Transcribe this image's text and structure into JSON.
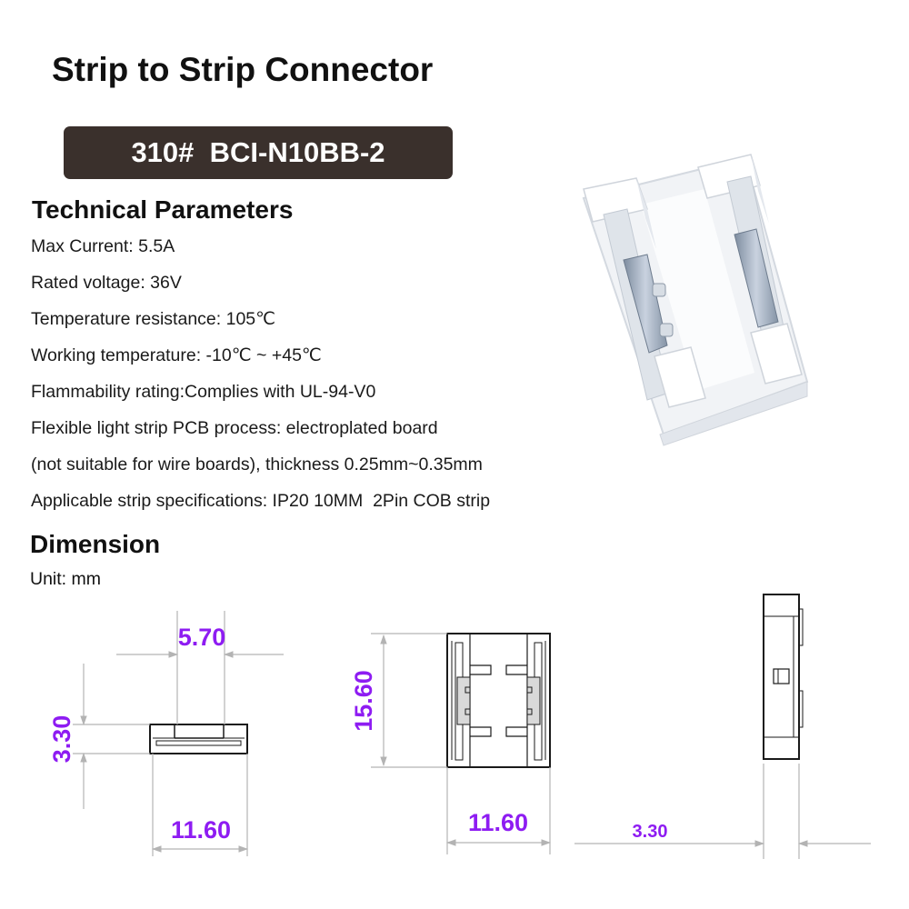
{
  "title": "Strip to Strip Connector",
  "model_badge": "310#  BCI-N10BB-2",
  "technical": {
    "heading": "Technical Parameters",
    "params": [
      "Max Current: 5.5A",
      "Rated voltage: 36V",
      "Temperature resistance: 105℃",
      "Working temperature: -10℃ ~ +45℃",
      "Flammability rating:Complies with UL-94-V0",
      "Flexible light strip PCB process: electroplated board",
      "(not suitable for wire boards), thickness 0.25mm~0.35mm",
      "Applicable strip specifications: IP20 10MM  2Pin COB strip"
    ]
  },
  "dimension": {
    "heading": "Dimension",
    "unit": "Unit: mm",
    "front_view": {
      "top_width": "5.70",
      "height": "3.30",
      "bottom_width": "11.60"
    },
    "top_view": {
      "length": "15.60",
      "width": "11.60"
    },
    "side_view": {
      "width": "3.30"
    }
  },
  "colors": {
    "badge_bg": "#3a302c",
    "dimension_text": "#8e1cf2",
    "dimension_line": "#b3b3b3",
    "outline": "#1a1a1a"
  }
}
